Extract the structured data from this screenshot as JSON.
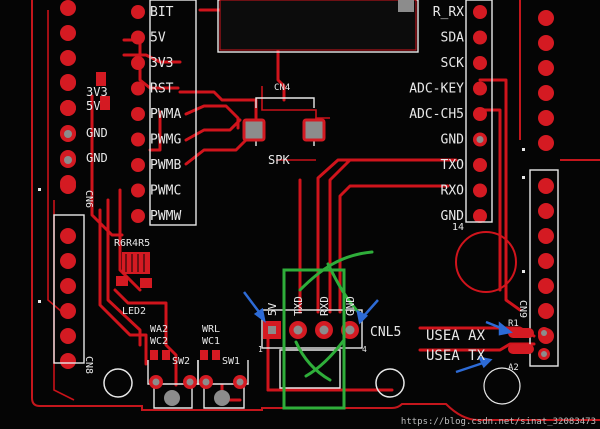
{
  "colors": {
    "background": "#050505",
    "trace": "#d0141c",
    "pad_fill": "#d41a22",
    "pad_hole": "#8c8c8c",
    "silkscreen": "#e8e8e8",
    "board_outline": "#c4161c",
    "annotation_green": "#2fae3a",
    "annotation_arrow": "#2d6bd6",
    "watermark": "#bdbdbd"
  },
  "left_header_labels": [
    "3V3",
    "5V",
    "GND",
    "GND"
  ],
  "left_header_ref": "CN6",
  "top_header_labels": [
    "BIT",
    "5V",
    "3V3",
    "RST",
    "PWMA",
    "PWMG",
    "PWMB",
    "PWMC",
    "PWMW"
  ],
  "right_header_labels": [
    "R_RX",
    "SDA",
    "SCK",
    "ADC-KEY",
    "ADC-CH5",
    "GND",
    "TXO",
    "RXO",
    "GND"
  ],
  "right_header_pin": "14",
  "speaker": {
    "ref": "CN4",
    "label": "SPK"
  },
  "resistor_ref": "R6R4R5",
  "led_ref": "LED2",
  "switches": [
    {
      "refs": [
        "WA2",
        "WC2"
      ],
      "label": "SW2"
    },
    {
      "refs": [
        "WRL",
        "WC1"
      ],
      "label": "SW1"
    }
  ],
  "connector": {
    "ref": "CNL5",
    "pins": [
      "5V",
      "TXD",
      "RXD",
      "GND"
    ],
    "pin_first": "1",
    "pin_last": "4"
  },
  "usart_labels": [
    "USEA AX",
    "USEA TX"
  ],
  "usart_refs": [
    "R1",
    "A2"
  ],
  "cn8_ref": "CN8",
  "cn9_ref": "CN9",
  "watermark": "https://blog.csdn.net/sinat_32083473"
}
